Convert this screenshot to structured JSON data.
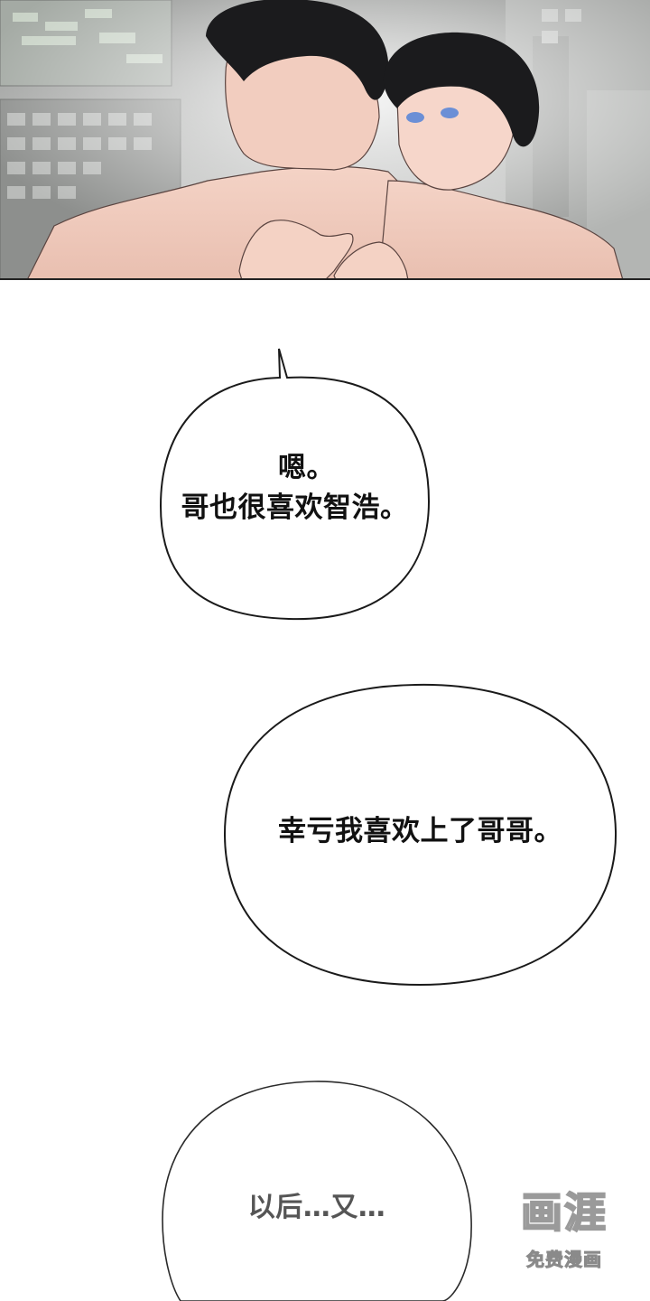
{
  "bubbles": [
    {
      "lines": [
        "嗯。",
        "哥也很喜欢智浩。"
      ]
    },
    {
      "lines": [
        "幸亏我喜欢上了哥哥。"
      ]
    },
    {
      "lines": [
        "以后…又…"
      ]
    }
  ],
  "watermark": {
    "brand": "画涯",
    "sub": "免费漫画"
  }
}
